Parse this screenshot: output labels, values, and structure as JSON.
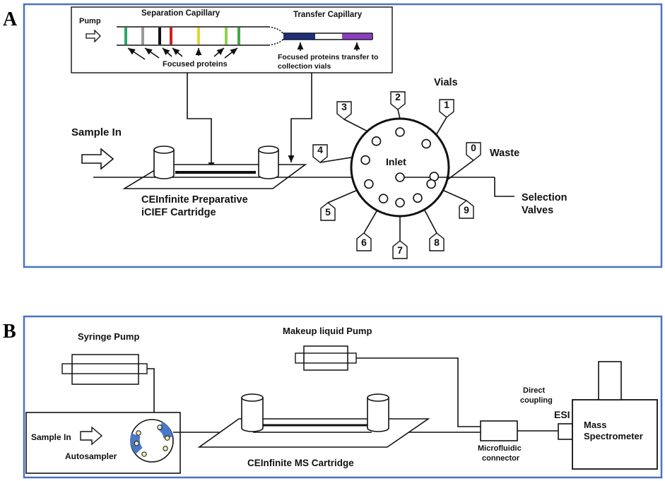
{
  "panel_a": {
    "letter": "A",
    "inset": {
      "pump": "Pump",
      "separation_capillary": "Separation Capillary",
      "transfer_capillary": "Transfer Capillary",
      "focused_proteins": "Focused proteins",
      "transfer_note_line1": "Focused proteins transfer to",
      "transfer_note_line2": "collection vials"
    },
    "sample_in": "Sample In",
    "cartridge_line1": "CEInfinite Preparative",
    "cartridge_line2": "iCIEF Cartridge",
    "vials": "Vials",
    "inlet": "Inlet",
    "waste": "Waste",
    "selection_line1": "Selection",
    "selection_line2": "Valves",
    "vial_numbers": [
      "0",
      "1",
      "2",
      "3",
      "4",
      "5",
      "6",
      "7",
      "8",
      "9"
    ]
  },
  "panel_b": {
    "letter": "B",
    "syringe_pump": "Syringe Pump",
    "makeup_pump": "Makeup liquid Pump",
    "sample_in": "Sample In",
    "autosampler": "Autosampler",
    "cartridge": "CEInfinite MS Cartridge",
    "direct_line1": "Direct",
    "direct_line2": "coupling",
    "esi": "ESI",
    "mass_line1": "Mass",
    "mass_line2": "Spectrometer",
    "micro_line1": "Microfluidic",
    "micro_line2": "connector"
  },
  "colors": {
    "frame_blue": "#4a72c4",
    "band_green": "#2aa76a",
    "band_gray": "#9a9a9a",
    "band_black": "#111111",
    "band_red": "#cc2222",
    "band_yellow": "#e8d23a",
    "band_lightgreen": "#8fd14f",
    "band_green2": "#45a845",
    "transfer_navy": "#1f2f7a",
    "transfer_purple": "#8a3fc0",
    "autosampler_blue": "#4a78c8"
  }
}
